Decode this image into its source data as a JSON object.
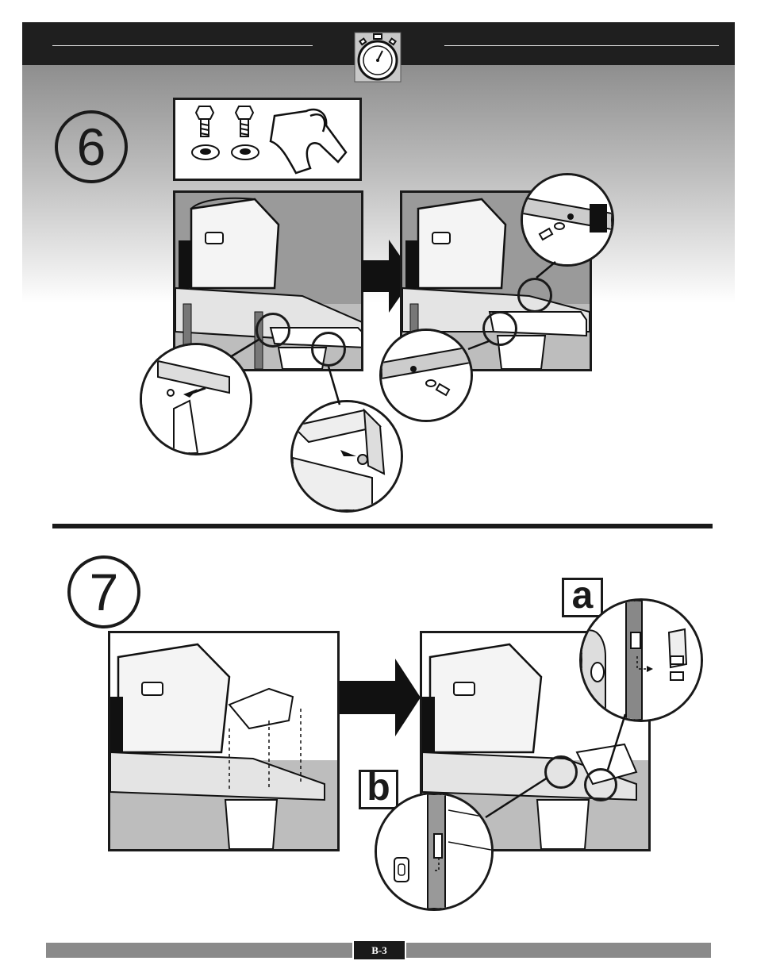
{
  "header": {
    "icon": "stopwatch-icon"
  },
  "step6": {
    "number": "6",
    "parts": [
      "bolt-icon",
      "bolt-icon",
      "washer-icon",
      "washer-icon",
      "side-table-bracket-icon"
    ]
  },
  "step7": {
    "number": "7",
    "detail_a_label": "a",
    "detail_b_label": "b"
  },
  "footer": {
    "page_number": "B-3"
  },
  "colors": {
    "header_bar": "#1f1f1f",
    "ink": "#1a1a1a",
    "panel_gray": "#9a9a9a",
    "footer_bar": "#8a8a8a"
  }
}
